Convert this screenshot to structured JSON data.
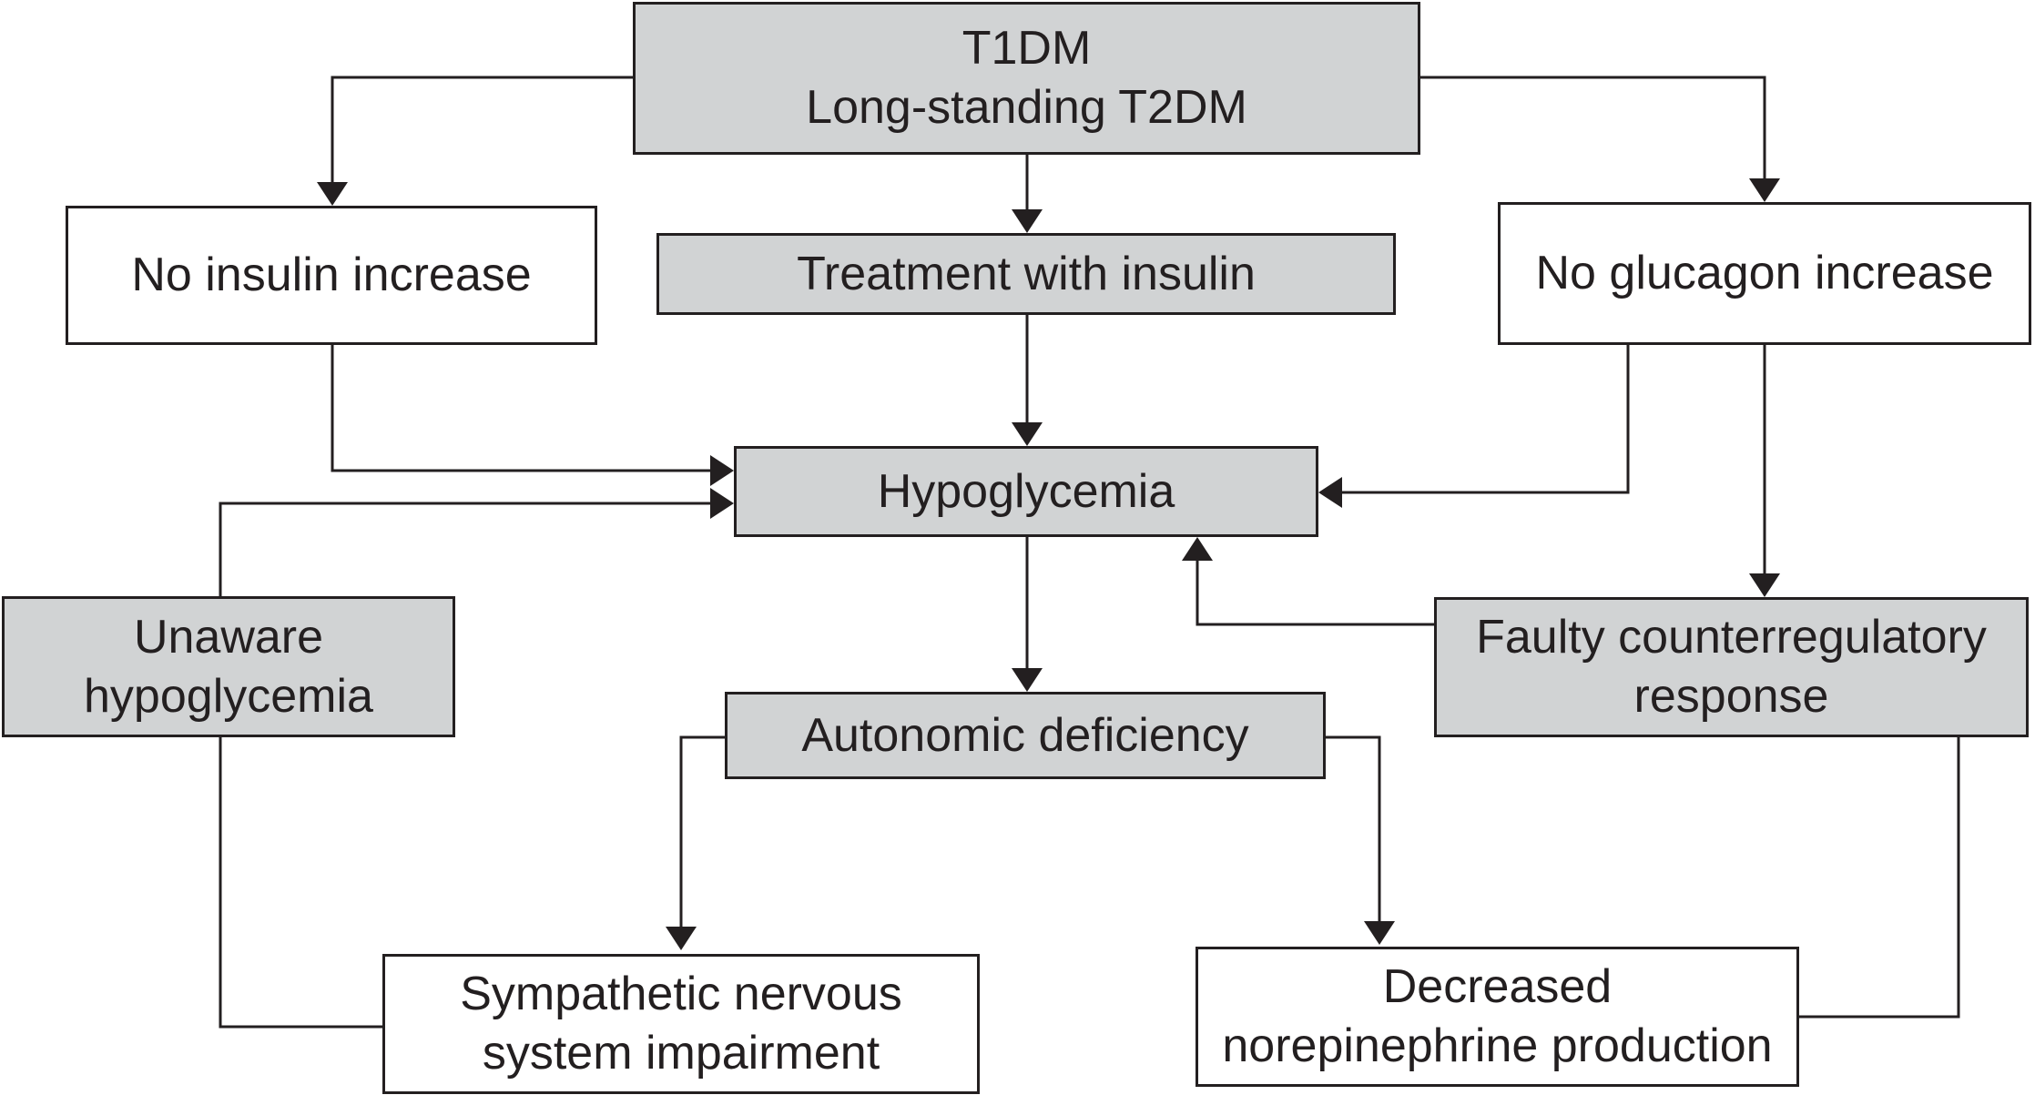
{
  "colors": {
    "shaded_fill": "#d1d3d4",
    "plain_fill": "#ffffff",
    "line": "#231f20"
  },
  "nodes": {
    "top": {
      "line1": "T1DM",
      "line2": "Long-standing T2DM"
    },
    "no_insulin": {
      "label": "No insulin increase"
    },
    "treatment": {
      "label": "Treatment with insulin"
    },
    "no_glucagon": {
      "label": "No glucagon increase"
    },
    "hypoglycemia": {
      "label": "Hypoglycemia"
    },
    "unaware": {
      "line1": "Unaware",
      "line2": "hypoglycemia"
    },
    "faulty": {
      "line1": "Faulty counterregulatory",
      "line2": "response"
    },
    "autonomic": {
      "label": "Autonomic deficiency"
    },
    "sympathetic": {
      "line1": "Sympathetic nervous",
      "line2": "system impairment"
    },
    "norepinephrine": {
      "line1": "Decreased",
      "line2": "norepinephrine production"
    }
  }
}
